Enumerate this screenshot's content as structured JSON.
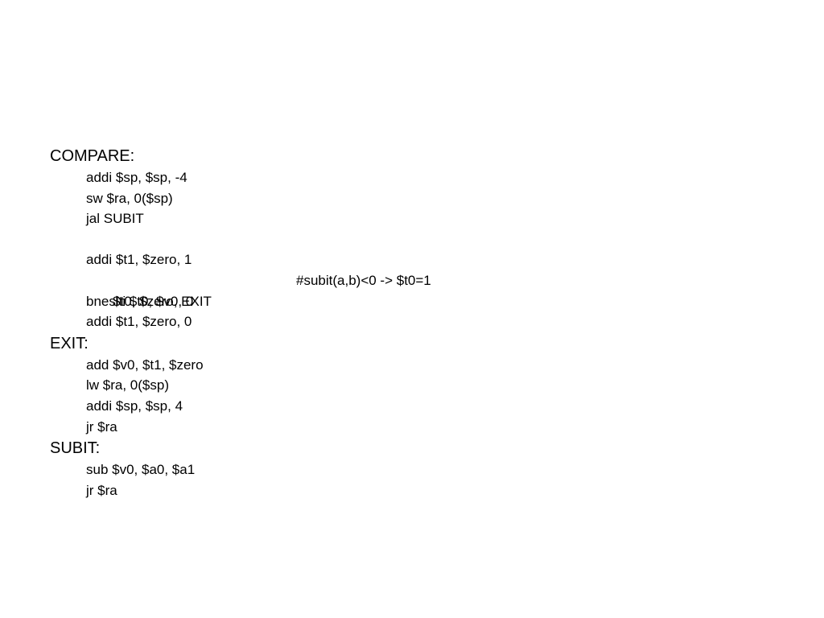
{
  "slide": {
    "code": {
      "compare_label": "COMPARE:",
      "compare_lines": [
        "addi $sp, $sp, -4",
        "sw $ra, 0($sp)",
        "jal SUBIT",
        "addi $t1, $zero, 1",
        "slti $t0, $v0, 0",
        "bne $t0, $zero, EXIT",
        "addi $t1, $zero, 0"
      ],
      "slti_comment": "#subit(a,b)<0 -> $t0=1",
      "exit_label": "EXIT:",
      "exit_lines": [
        "add $v0, $t1, $zero",
        "lw $ra, 0($sp)",
        "addi $sp, $sp, 4",
        "jr $ra"
      ],
      "subit_label": "SUBIT:",
      "subit_lines": [
        "sub $v0, $a0, $a1",
        "jr $ra"
      ]
    }
  }
}
